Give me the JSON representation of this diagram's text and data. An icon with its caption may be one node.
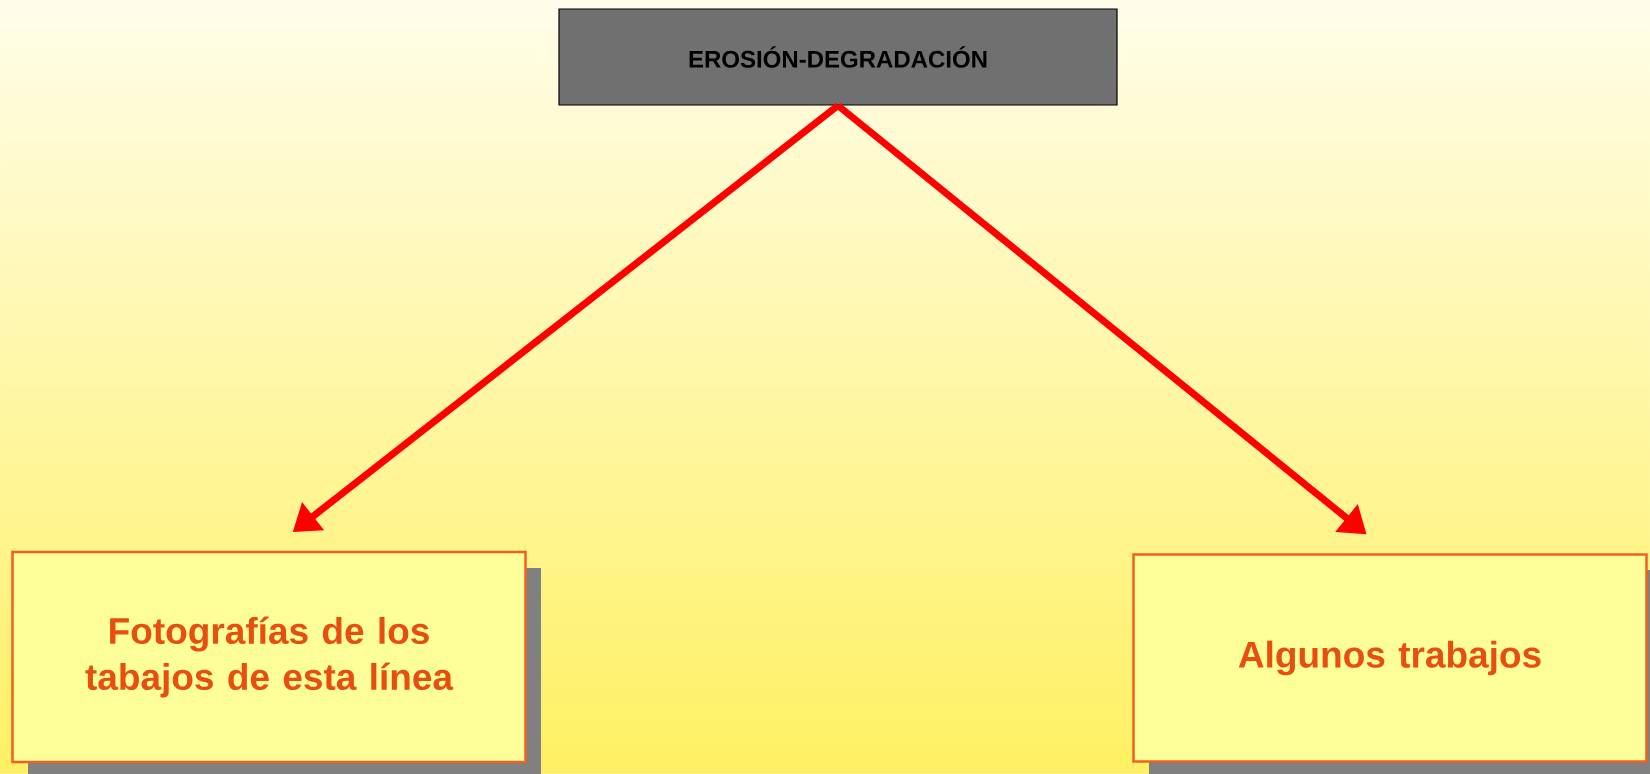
{
  "diagram": {
    "nodes": [
      {
        "text": [
          "EROSIÓN-DEGRADACIÓN"
        ]
      },
      {
        "text": [
          "Fotografías  de los tabajos de esta línea"
        ]
      },
      {
        "text": [
          "Algunos trabajos"
        ]
      }
    ],
    "edges": [
      {
        "from": 0,
        "to": 1,
        "arrow": "to"
      },
      {
        "from": 0,
        "to": 2,
        "arrow": "to"
      }
    ]
  }
}
